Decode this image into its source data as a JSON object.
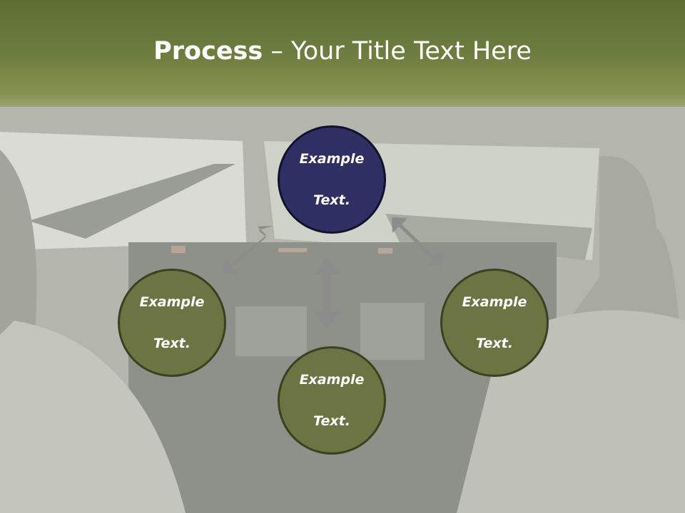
{
  "slide": {
    "title_bold": "Process",
    "title_rest": " – Your Title Text Here"
  },
  "nodes": {
    "top": {
      "line1": "Example",
      "line2": "Text."
    },
    "left": {
      "line1": "Example",
      "line2": "Text."
    },
    "right": {
      "line1": "Example",
      "line2": "Text."
    },
    "bottom": {
      "line1": "Example",
      "line2": "Text."
    }
  },
  "colors": {
    "header": "#6e7d40",
    "node_green": "#6c7444",
    "node_navy": "#302f63",
    "arrow": "#8c8c8c"
  }
}
